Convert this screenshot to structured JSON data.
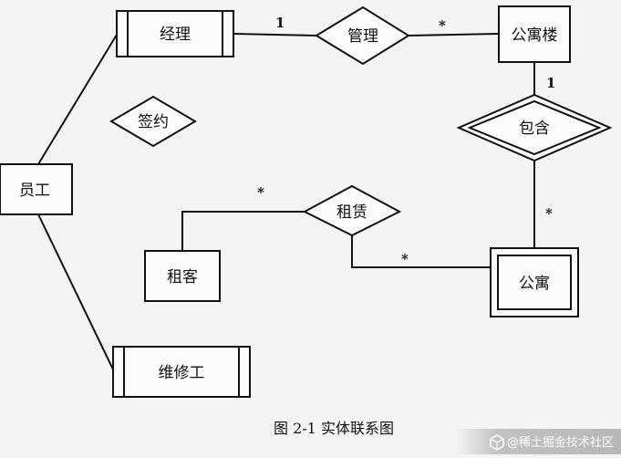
{
  "diagram": {
    "entities": {
      "manager": "经理",
      "building": "公寓楼",
      "employee": "员工",
      "tenant": "租客",
      "apartment": "公寓",
      "repairman": "维修工"
    },
    "relationships": {
      "manage": "管理",
      "contain": "包含",
      "lease": "租赁",
      "sign": "签约"
    },
    "cardinalities": {
      "manage_manager": "1",
      "manage_building": "*",
      "contain_building": "1",
      "contain_apartment": "*",
      "lease_tenant": "*",
      "lease_apartment": "*"
    }
  },
  "caption": "图 2-1 实体联系图",
  "watermark": "@稀土掘金技术社区",
  "icons": {
    "watermark": "cube-icon"
  }
}
